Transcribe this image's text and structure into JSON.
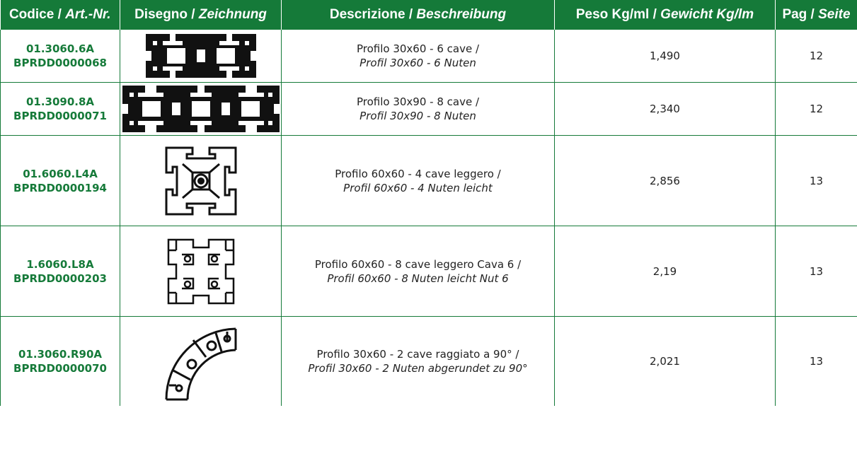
{
  "header": {
    "code": {
      "it": "Codice / ",
      "de": "Art.-Nr."
    },
    "drawing": {
      "it": "Disegno / ",
      "de": "Zeichnung"
    },
    "description": {
      "it": "Descrizione / ",
      "de": "Beschreibung"
    },
    "weight": {
      "it": "Peso Kg/ml / ",
      "de": "Gewicht Kg/lm"
    },
    "page": {
      "it": "Pag / ",
      "de": "Seite"
    }
  },
  "rows": [
    {
      "code1": "01.3060.6A",
      "code2": "BPRDD0000068",
      "desc_it": "Profilo 30x60 - 6 cave /",
      "desc_de": "Profil 30x60 - 6 Nuten",
      "weight": "1,490",
      "page": "12",
      "icon": "profile-30x60-icon"
    },
    {
      "code1": "01.3090.8A",
      "code2": "BPRDD0000071",
      "desc_it": "Profilo 30x90 - 8 cave /",
      "desc_de": "Profil 30x90 - 8 Nuten",
      "weight": "2,340",
      "page": "12",
      "icon": "profile-30x90-icon"
    },
    {
      "code1": "01.6060.L4A",
      "code2": "BPRDD0000194",
      "desc_it": "Profilo 60x60 - 4 cave leggero /",
      "desc_de": "Profil 60x60 - 4 Nuten leicht",
      "weight": "2,856",
      "page": "13",
      "icon": "profile-60x60-light-icon"
    },
    {
      "code1": "1.6060.L8A",
      "code2": "BPRDD0000203",
      "desc_it": "Profilo 60x60 - 8 cave leggero Cava 6 /",
      "desc_de": "Profil 60x60 - 8 Nuten leicht Nut 6",
      "weight": "2,19",
      "page": "13",
      "icon": "profile-60x60-8-slot-icon"
    },
    {
      "code1": "01.3060.R90A",
      "code2": "BPRDD0000070",
      "desc_it": "Profilo 30x60 - 2 cave raggiato a 90° /",
      "desc_de": "Profil 30x60 - 2 Nuten abgerundet zu 90°",
      "weight": "2,021",
      "page": "13",
      "icon": "profile-curved-90-icon"
    }
  ]
}
